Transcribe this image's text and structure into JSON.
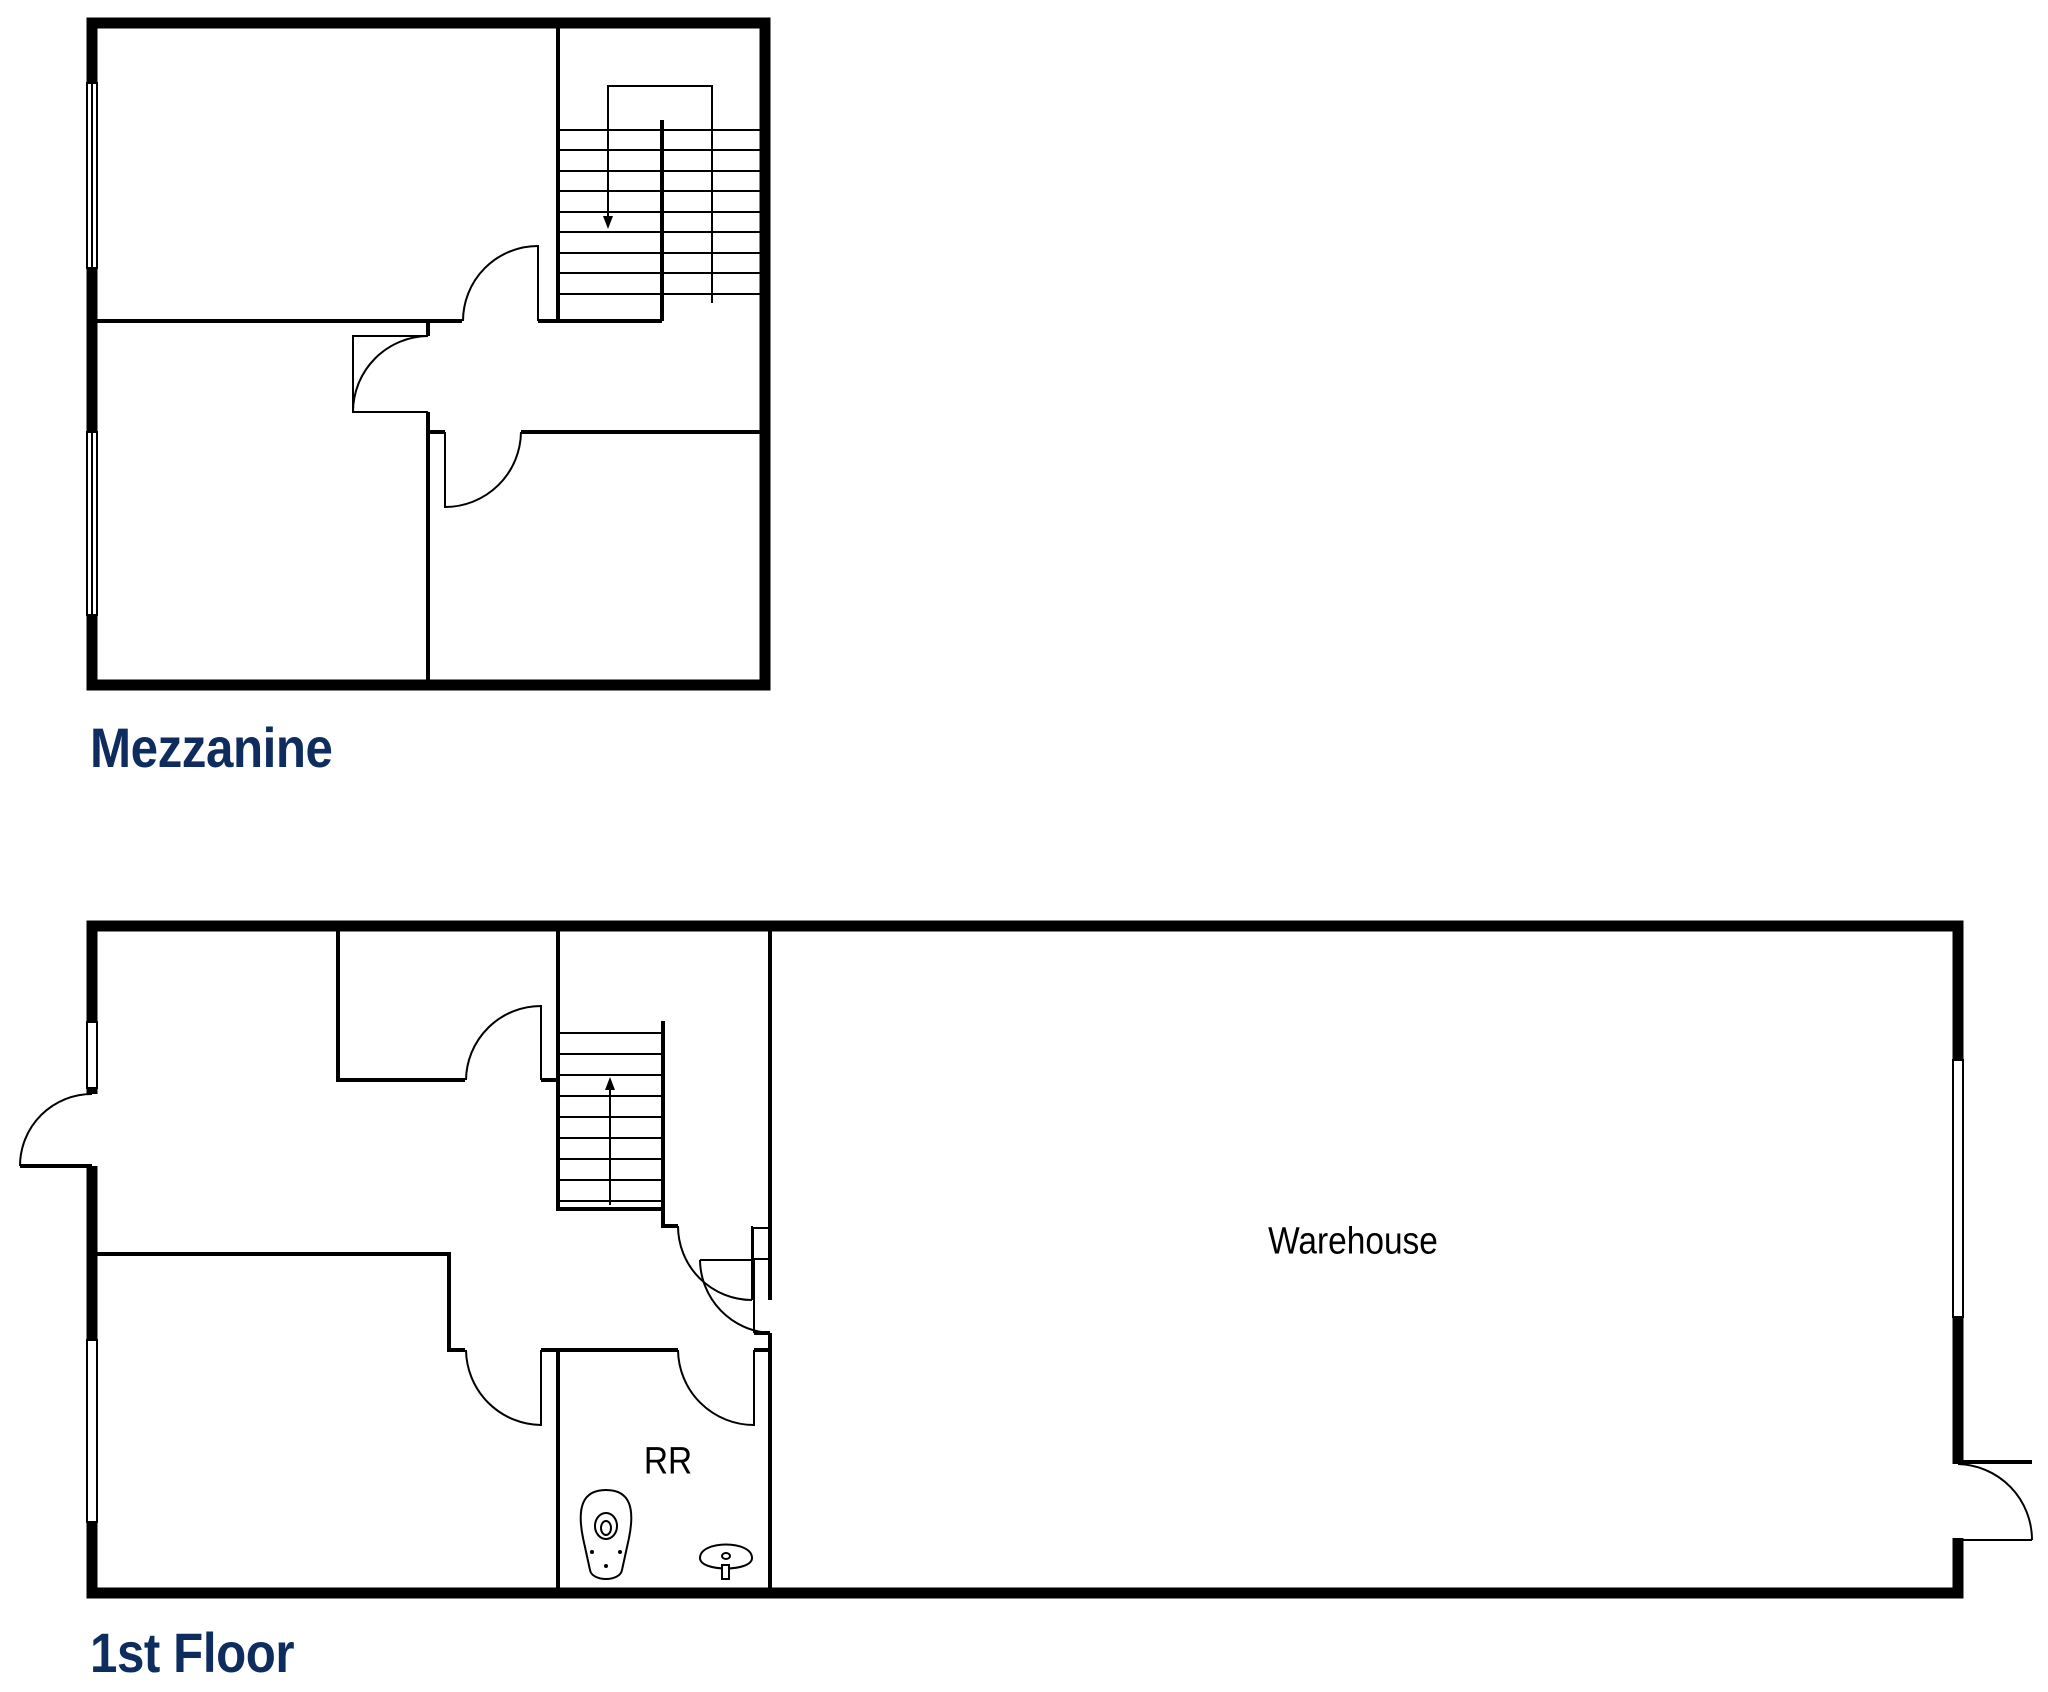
{
  "floors": {
    "mezzanine": {
      "title": "Mezzanine"
    },
    "first": {
      "title": "1st Floor"
    }
  },
  "rooms": {
    "warehouse": "Warehouse",
    "restroom": "RR"
  },
  "colors": {
    "title": "#0e2d5e",
    "walls": "#000000",
    "background": "#ffffff"
  }
}
